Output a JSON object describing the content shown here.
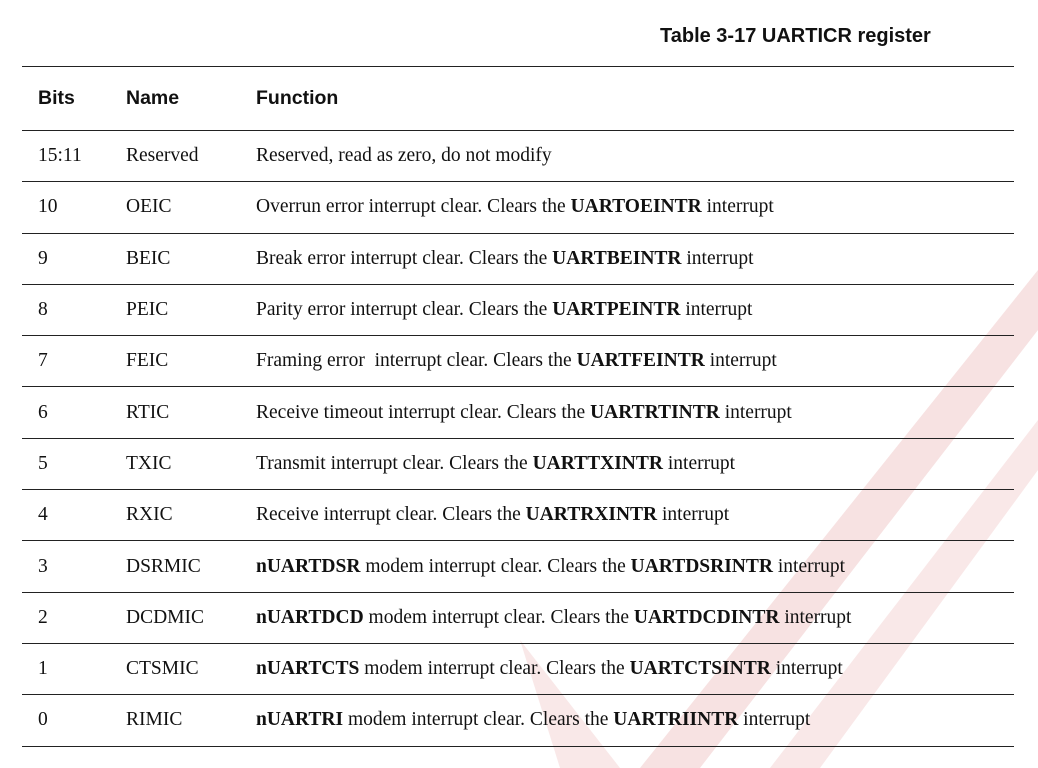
{
  "table": {
    "title": "Table 3-17 UARTICR register",
    "headers": {
      "bits": "Bits",
      "name": "Name",
      "function": "Function"
    },
    "rows": [
      {
        "bits": "15:11",
        "name": "Reserved",
        "pre": "Reserved, read as zero, do not modify",
        "signal": "",
        "mid": "",
        "intr": "",
        "post": ""
      },
      {
        "bits": "10",
        "name": "OEIC",
        "pre": "",
        "signal": "",
        "mid": "Overrun error interrupt clear. Clears the ",
        "intr": "UARTOEINTR",
        "post": " interrupt"
      },
      {
        "bits": "9",
        "name": "BEIC",
        "pre": "",
        "signal": "",
        "mid": "Break error interrupt clear. Clears the ",
        "intr": "UARTBEINTR",
        "post": " interrupt"
      },
      {
        "bits": "8",
        "name": "PEIC",
        "pre": "",
        "signal": "",
        "mid": "Parity error interrupt clear. Clears the ",
        "intr": "UARTPEINTR",
        "post": " interrupt"
      },
      {
        "bits": "7",
        "name": "FEIC",
        "pre": "",
        "signal": "",
        "mid": "Framing error  interrupt clear. Clears the ",
        "intr": "UARTFEINTR",
        "post": " interrupt"
      },
      {
        "bits": "6",
        "name": "RTIC",
        "pre": "",
        "signal": "",
        "mid": "Receive timeout interrupt clear. Clears the ",
        "intr": "UARTRTINTR",
        "post": " interrupt"
      },
      {
        "bits": "5",
        "name": "TXIC",
        "pre": "",
        "signal": "",
        "mid": "Transmit interrupt clear. Clears the ",
        "intr": "UARTTXINTR",
        "post": " interrupt"
      },
      {
        "bits": "4",
        "name": "RXIC",
        "pre": "",
        "signal": "",
        "mid": "Receive interrupt clear. Clears the ",
        "intr": "UARTRXINTR",
        "post": " interrupt"
      },
      {
        "bits": "3",
        "name": "DSRMIC",
        "pre": "",
        "signal": "nUARTDSR",
        "mid": " modem interrupt clear. Clears the ",
        "intr": "UARTDSRINTR",
        "post": " interrupt"
      },
      {
        "bits": "2",
        "name": "DCDMIC",
        "pre": "",
        "signal": "nUARTDCD",
        "mid": " modem interrupt clear. Clears the ",
        "intr": "UARTDCDINTR",
        "post": " interrupt"
      },
      {
        "bits": "1",
        "name": "CTSMIC",
        "pre": "",
        "signal": "nUARTCTS",
        "mid": " modem interrupt clear. Clears the ",
        "intr": "UARTCTSINTR",
        "post": " interrupt"
      },
      {
        "bits": "0",
        "name": "RIMIC",
        "pre": "",
        "signal": "nUARTRI",
        "mid": " modem interrupt clear. Clears the ",
        "intr": "UARTRIINTR",
        "post": " interrupt"
      }
    ]
  },
  "colors": {
    "text": "#111111",
    "rule": "#222222",
    "watermark": "#f7e0e0"
  }
}
